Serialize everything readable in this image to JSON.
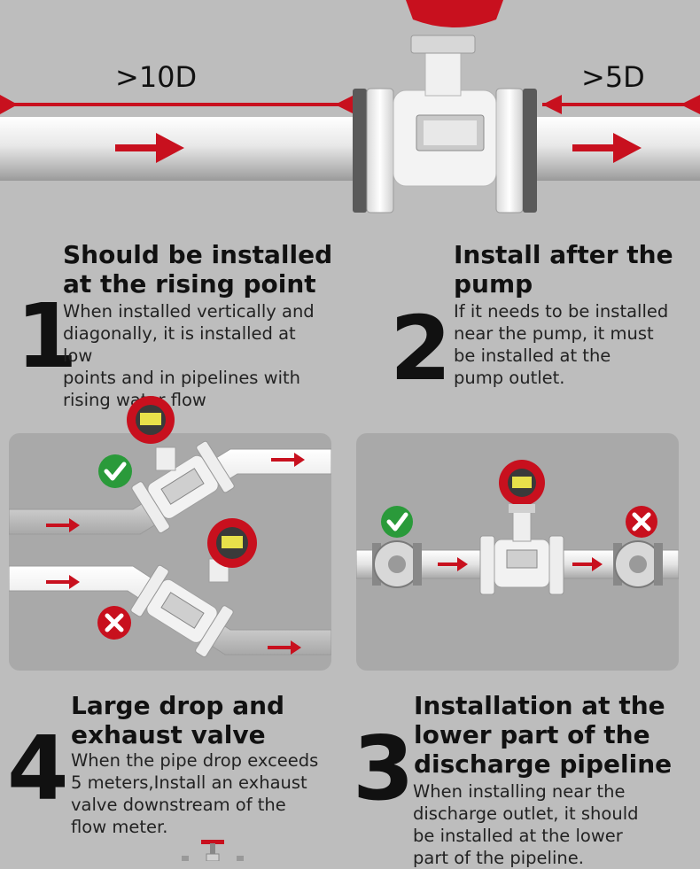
{
  "top": {
    "left_distance": ">10D",
    "right_distance": ">5D"
  },
  "sections": [
    {
      "number": "1",
      "title": "Should be installed\nat the rising point",
      "text": "When installed vertically and\ndiagonally, it is installed at low\npoints and in pipelines with\nrising water flow"
    },
    {
      "number": "2",
      "title": "Install after the\npump",
      "text": "If it needs to be installed\n near the pump, it must\nbe installed at the\npump outlet."
    },
    {
      "number": "4",
      "title": "Large drop and\nexhaust valve",
      "text": "When the pipe drop exceeds\n5 meters,Install an exhaust\nvalve downstream of the\nflow meter."
    },
    {
      "number": "3",
      "title": "Installation at the\nlower part of the\ndischarge pipeline",
      "text": "When installing near the\ndischarge outlet, it should\nbe installed at the lower\npart of the pipeline."
    }
  ],
  "colors": {
    "accent_red": "#c8101e",
    "ok_green": "#2a9a3a",
    "pipe": "#e6e6e6",
    "panel_bg": "#a9a9a9"
  }
}
